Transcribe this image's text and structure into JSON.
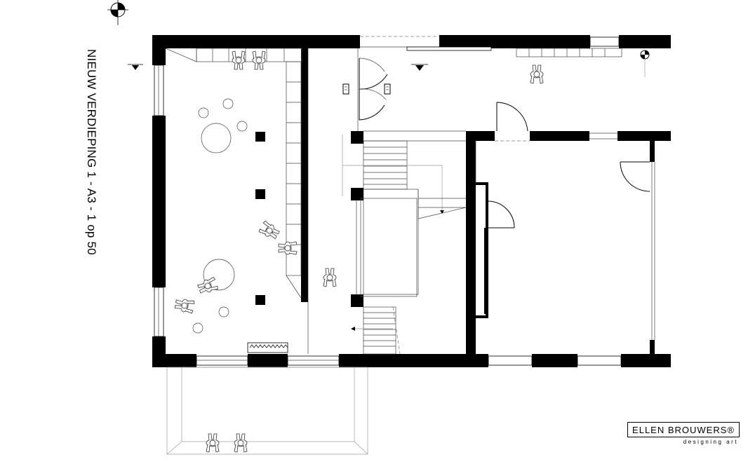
{
  "drawing": {
    "title": "NIEUW VERDIEPING 1 - A3 - 1 op 50"
  },
  "brand": {
    "name": "ELLEN BROUWERS®",
    "tagline": "designing art"
  },
  "symbols": {
    "section_marker_icon": "section-target",
    "level_marker_icon": "level-triangle",
    "person_icon": "person-top-view"
  },
  "colors": {
    "walls": "#000000",
    "lines": "#333333",
    "background": "#ffffff"
  }
}
